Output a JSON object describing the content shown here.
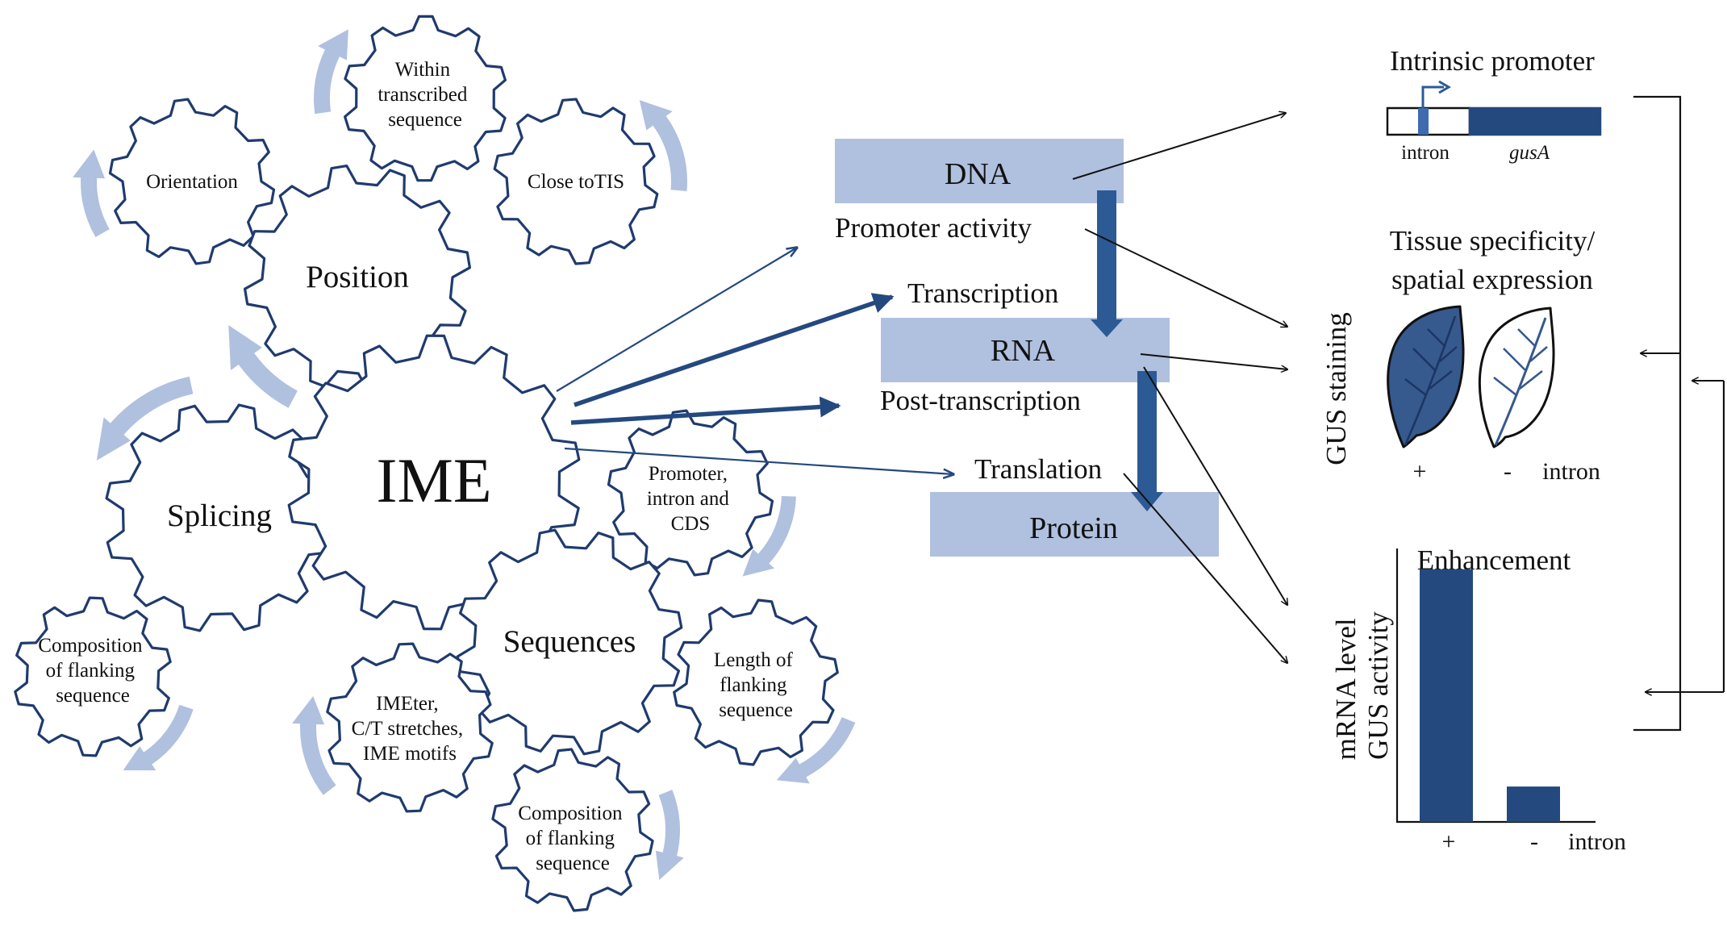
{
  "colors": {
    "gear_outline": "#1f3b6e",
    "cycle_arrow": "#b0c0df",
    "stage_box": "#b0c0df",
    "flow_arrow": "#2c5a95",
    "dark_blue": "#24497f",
    "leaf_fill": "#36598e",
    "leaf_outline": "#111111"
  },
  "gears": {
    "ime": "IME",
    "position": "Position",
    "splicing": "Splicing",
    "sequences": "Sequences",
    "orientation": "Orientation",
    "within": [
      "Within",
      "transcribed",
      "sequence"
    ],
    "close_tis": "Close toTIS",
    "composition_left": [
      "Composition",
      "of flanking",
      "sequence"
    ],
    "promoter_intron": [
      "Promoter,",
      "intron and",
      "CDS"
    ],
    "imeter": [
      "IMEter,",
      "C/T stretches,",
      "IME motifs"
    ],
    "length_flanking": [
      "Length of",
      "flanking",
      "sequence"
    ],
    "composition_bottom": [
      "Composition",
      "of flanking",
      "sequence"
    ]
  },
  "stages": {
    "dna": "DNA",
    "promoter_activity": "Promoter activity",
    "transcription": "Transcription",
    "rna": "RNA",
    "post_transcription": "Post-transcription",
    "translation": "Translation",
    "protein": "Protein"
  },
  "readouts": {
    "intrinsic_promoter": "Intrinsic promoter",
    "intron": "intron",
    "gusa": "gusA",
    "tissue_line1": "Tissue specificity/",
    "tissue_line2": "spatial expression",
    "gus_staining": "GUS staining",
    "plus": "+",
    "minus": "-",
    "intron_label": "intron",
    "enhancement": "Enhancement",
    "ylabel_line1": "mRNA level",
    "ylabel_line2": "GUS activity"
  },
  "chart_data": {
    "type": "bar",
    "title": "Enhancement",
    "ylabel": "mRNA level / GUS activity",
    "categories": [
      "+",
      "-"
    ],
    "xlabel": "intron",
    "values": [
      1.0,
      0.14
    ],
    "ylim": [
      0,
      1.05
    ]
  }
}
